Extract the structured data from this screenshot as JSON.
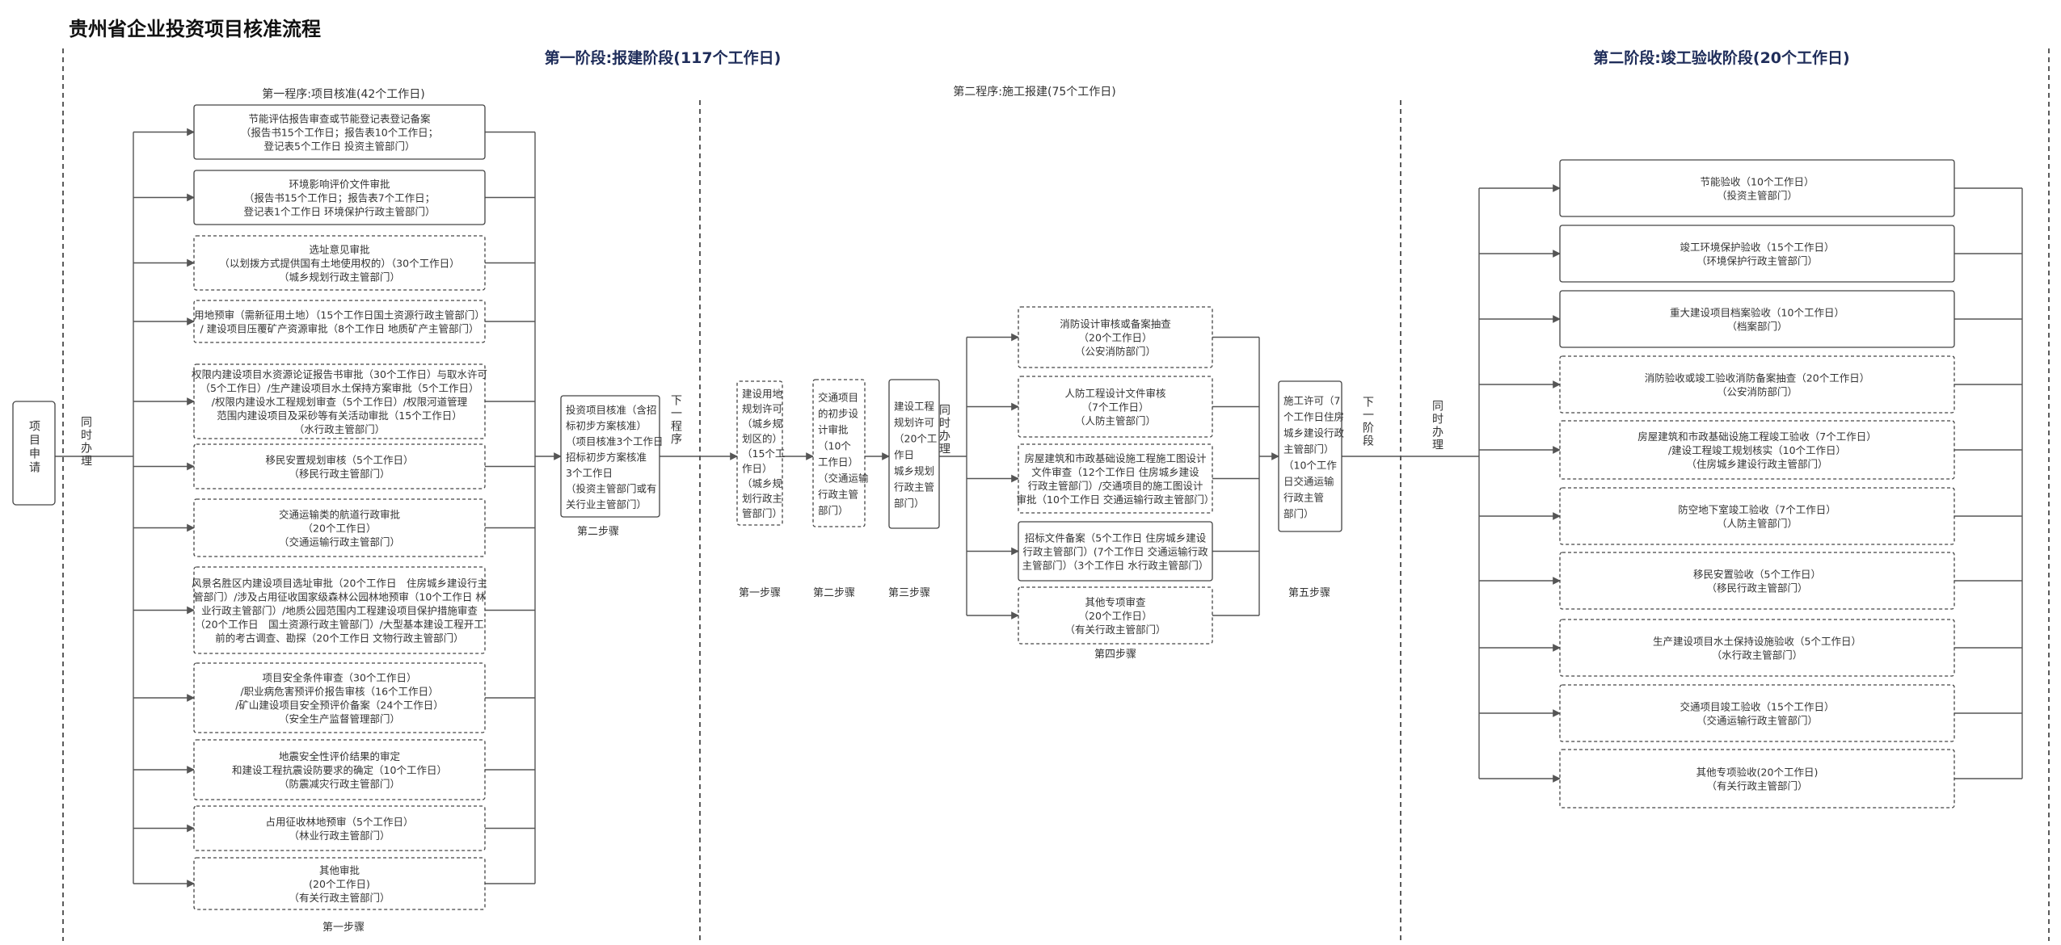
{
  "title": "贵州省企业投资项目核准流程",
  "stages": [
    {
      "id": "stage1",
      "title": "第一阶段:报建阶段(117个工作日)"
    },
    {
      "id": "stage2",
      "title": "第二阶段:竣工验收阶段(20个工作日)"
    }
  ],
  "procedures": [
    {
      "id": "proc1",
      "title": "第一程序:项目核准(42个工作日)"
    },
    {
      "id": "proc2",
      "title": "第二程序:施工报建(75个工作日)"
    }
  ],
  "start_label": "项目申请",
  "concurrent_label": "同时办理",
  "next_procedure_label": "下一程序",
  "next_stage_label": "下一阶段",
  "step_labels": {
    "p1_step1": "第一步骤",
    "p1_step2": "第二步骤",
    "p2_step1": "第一步骤",
    "p2_step2": "第二步骤",
    "p2_step3": "第三步骤",
    "p2_step4": "第四步骤",
    "p2_step5": "第五步骤"
  },
  "p1_boxes": [
    {
      "lines": [
        "节能评估报告审查或节能登记表登记备案",
        "（报告书15个工作日；报告表10个工作日；",
        "登记表5个工作日 投资主管部门）"
      ],
      "dashed": false
    },
    {
      "lines": [
        "环境影响评价文件审批",
        "（报告书15个工作日；报告表7个工作日；",
        "登记表1个工作日 环境保护行政主管部门）"
      ],
      "dashed": false
    },
    {
      "lines": [
        "选址意见审批",
        "（以划拨方式提供国有土地使用权的）（30个工作日）",
        "（城乡规划行政主管部门）"
      ],
      "dashed": true
    },
    {
      "lines": [
        "用地预审（需新征用土地）（15个工作日国土资源行政主管部门）",
        "/ 建设项目压覆矿产资源审批（8个工作日 地质矿产主管部门）"
      ],
      "dashed": true
    },
    {
      "lines": [
        "权限内建设项目水资源论证报告书审批（30个工作日）与取水许可",
        "（5个工作日）/生产建设项目水土保持方案审批（5个工作日）",
        "/权限内建设水工程规划审查（5个工作日）/权限河道管理",
        "范围内建设项目及采砂等有关活动审批（15个工作日）",
        "（水行政主管部门）"
      ],
      "dashed": true
    },
    {
      "lines": [
        "移民安置规划审核（5个工作日）",
        "（移民行政主管部门）"
      ],
      "dashed": true
    },
    {
      "lines": [
        "交通运输类的航道行政审批",
        "（20个工作日）",
        "（交通运输行政主管部门）"
      ],
      "dashed": true
    },
    {
      "lines": [
        "风景名胜区内建设项目选址审批（20个工作日　住房城乡建设行主",
        "管部门）/涉及占用征收国家级森林公园林地预审（10个工作日 林",
        "业行政主管部门）/地质公园范围内工程建设项目保护措施审查",
        "（20个工作日　国土资源行政主管部门）/大型基本建设工程开工",
        "前的考古调查、勘探（20个工作日 文物行政主管部门）"
      ],
      "dashed": true
    },
    {
      "lines": [
        "项目安全条件审查（30个工作日）",
        "/职业病危害预评价报告审核（16个工作日）",
        "/矿山建设项目安全预评价备案（24个工作日）",
        "（安全生产监督管理部门）"
      ],
      "dashed": true
    },
    {
      "lines": [
        "地震安全性评价结果的审定",
        "和建设工程抗震设防要求的确定（10个工作日）",
        "（防震减灾行政主管部门）"
      ],
      "dashed": true
    },
    {
      "lines": [
        "占用征收林地预审（5个工作日）",
        "（林业行政主管部门）"
      ],
      "dashed": true
    },
    {
      "lines": [
        "其他审批",
        "(20个工作日)",
        "（有关行政主管部门）"
      ],
      "dashed": true
    }
  ],
  "p1_approval": {
    "lines": [
      "投资项目核准（含招",
      "标初步方案核准）",
      "（项目核准3个工作日",
      "招标初步方案核准",
      "3个工作日",
      "（投资主管部门或有",
      "关行业主管部门）"
    ]
  },
  "p2_step1_box": {
    "lines": [
      "建设用地",
      "规划许可",
      "（城乡规",
      "划区的）",
      "（15个工",
      "作日）",
      "（城乡规",
      "划行政主",
      "管部门）"
    ]
  },
  "p2_step2_box": {
    "lines": [
      "交通项目",
      "的初步设",
      "计审批",
      "（10个",
      "工作日）",
      "（交通运输",
      "行政主管",
      "部门）"
    ]
  },
  "p2_step3_box": {
    "lines": [
      "建设工程",
      "规划许可",
      "（20个工",
      "作日",
      "城乡规划",
      "行政主管",
      "部门）"
    ]
  },
  "p2_step4_boxes": [
    {
      "lines": [
        "消防设计审核或备案抽查",
        "（20个工作日）",
        "（公安消防部门）"
      ],
      "dashed": true
    },
    {
      "lines": [
        "人防工程设计文件审核",
        "（7个工作日）",
        "（人防主管部门）"
      ],
      "dashed": true
    },
    {
      "lines": [
        "房屋建筑和市政基础设施工程施工图设计",
        "文件审查（12个工作日 住房城乡建设",
        "行政主管部门）/交通项目的施工图设计",
        "审批（10个工作日 交通运输行政主管部门）"
      ],
      "dashed": true
    },
    {
      "lines": [
        "招标文件备案（5个工作日 住房城乡建设",
        "行政主管部门）(7个工作日 交通运输行政",
        "主管部门）（3个工作日 水行政主管部门）"
      ],
      "dashed": false
    },
    {
      "lines": [
        "其他专项审查",
        "（20个工作日）",
        "（有关行政主管部门）"
      ],
      "dashed": true
    }
  ],
  "p2_step5_box": {
    "lines": [
      "施工许可（7",
      "个工作日住房",
      "城乡建设行政",
      "主管部门）",
      "（10个工作",
      "日交通运输",
      "行政主管",
      "部门）"
    ]
  },
  "stage2_boxes": [
    {
      "lines": [
        "节能验收（10个工作日）",
        "（投资主管部门）"
      ],
      "dashed": false
    },
    {
      "lines": [
        "竣工环境保护验收（15个工作日）",
        "（环境保护行政主管部门）"
      ],
      "dashed": false
    },
    {
      "lines": [
        "重大建设项目档案验收（10个工作日）",
        "（档案部门）"
      ],
      "dashed": false
    },
    {
      "lines": [
        "消防验收或竣工验收消防备案抽查（20个工作日）",
        "（公安消防部门）"
      ],
      "dashed": true
    },
    {
      "lines": [
        "房屋建筑和市政基础设施工程竣工验收（7个工作日）",
        "/建设工程竣工规划核实（10个工作日）",
        "（住房城乡建设行政主管部门）"
      ],
      "dashed": true
    },
    {
      "lines": [
        "防空地下室竣工验收（7个工作日）",
        "（人防主管部门）"
      ],
      "dashed": true
    },
    {
      "lines": [
        "移民安置验收（5个工作日）",
        "（移民行政主管部门）"
      ],
      "dashed": true
    },
    {
      "lines": [
        "生产建设项目水土保持设施验收（5个工作日）",
        "（水行政主管部门）"
      ],
      "dashed": true
    },
    {
      "lines": [
        "交通项目竣工验收（15个工作日）",
        "（交通运输行政主管部门）"
      ],
      "dashed": true
    },
    {
      "lines": [
        "其他专项验收(20个工作日)",
        "（有关行政主管部门）"
      ],
      "dashed": true
    }
  ]
}
